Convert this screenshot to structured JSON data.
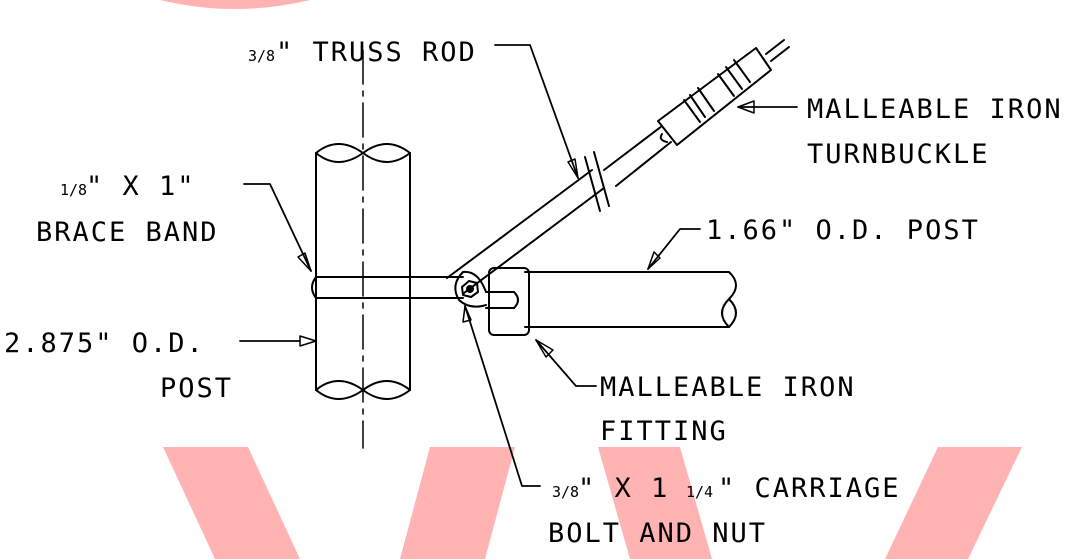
{
  "colors": {
    "watermark": "#ffb3b3",
    "line": "#000000",
    "background": "#ffffff"
  },
  "labels": {
    "truss_rod": "\" TRUSS ROD",
    "truss_rod_frac": "3/8",
    "turnbuckle_1": "MALLEABLE IRON",
    "turnbuckle_2": "TURNBUCKLE",
    "brace_band_1": "\" X 1\"",
    "brace_band_frac": "1/8",
    "brace_band_2": "BRACE BAND",
    "post_166": "1.66\" O.D. POST",
    "post_2875_1": "2.875\" O.D.",
    "post_2875_2": "POST",
    "fitting_1": "MALLEABLE IRON",
    "fitting_2": "FITTING",
    "carriage_1": "\" X 1",
    "carriage_frac_a": "3/8",
    "carriage_frac_b": "1/4",
    "carriage_1b": "\" CARRIAGE",
    "carriage_2": "BOLT AND NUT"
  }
}
